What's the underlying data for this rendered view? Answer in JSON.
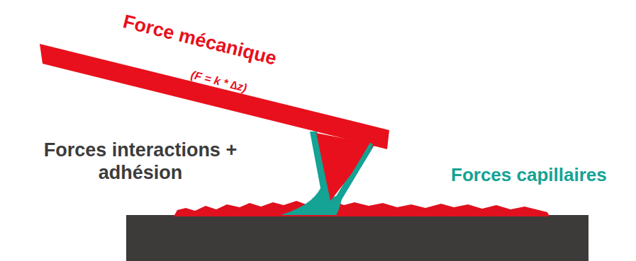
{
  "diagram": {
    "labels": [
      "Force mécanique",
      "(F = k * ∆z)",
      "Forces interactions + adhésion",
      "Forces capillaires"
    ]
  }
}
